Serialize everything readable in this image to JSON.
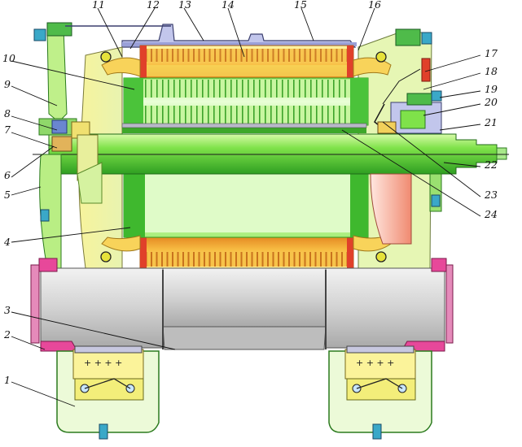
{
  "colors": {
    "frame_blue": "#c2c6ec",
    "frame_outline": "#3b3f6e",
    "green_light": "#c6f28c",
    "green_mid": "#6ede3a",
    "green_dark": "#2b9a1e",
    "yellow": "#fbf39a",
    "yellow_dark": "#e3c83a",
    "orange": "#f4a338",
    "orange_dark": "#c8651a",
    "housing_grey": "#d6d6d6",
    "housing_grey_dark": "#9c9c9c",
    "pink": "#e7489a",
    "coil_red": "#e0402a"
  },
  "callouts": [
    {
      "id": "1",
      "label": "1"
    },
    {
      "id": "2",
      "label": "2"
    },
    {
      "id": "3",
      "label": "3"
    },
    {
      "id": "4",
      "label": "4"
    },
    {
      "id": "5",
      "label": "5"
    },
    {
      "id": "6",
      "label": "6"
    },
    {
      "id": "7",
      "label": "7"
    },
    {
      "id": "8",
      "label": "8"
    },
    {
      "id": "9",
      "label": "9"
    },
    {
      "id": "10",
      "label": "10"
    },
    {
      "id": "11",
      "label": "11"
    },
    {
      "id": "12",
      "label": "12"
    },
    {
      "id": "13",
      "label": "13"
    },
    {
      "id": "14",
      "label": "14"
    },
    {
      "id": "15",
      "label": "15"
    },
    {
      "id": "16",
      "label": "16"
    },
    {
      "id": "17",
      "label": "17"
    },
    {
      "id": "18",
      "label": "18"
    },
    {
      "id": "19",
      "label": "19"
    },
    {
      "id": "20",
      "label": "20"
    },
    {
      "id": "21",
      "label": "21"
    },
    {
      "id": "22",
      "label": "22"
    },
    {
      "id": "23",
      "label": "23"
    },
    {
      "id": "24",
      "label": "24"
    }
  ]
}
